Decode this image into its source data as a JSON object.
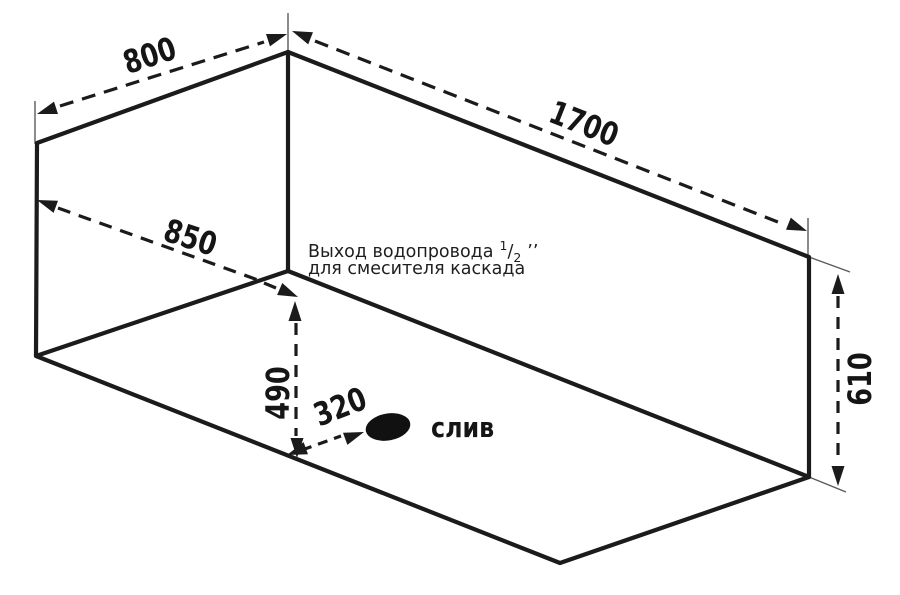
{
  "dimensions": {
    "top_width": "800",
    "length": "1700",
    "inner_width": "850",
    "depth": "490",
    "drain_offset": "320",
    "side_height": "610"
  },
  "note": {
    "line1_prefix": "Выход водопровода",
    "fraction_numerator": "1",
    "fraction_slash": "/",
    "fraction_denominator": "2",
    "inch_marks": "’’",
    "line2": "для смесителя каскада"
  },
  "drain": {
    "label": "слив"
  },
  "colors": {
    "ink": "#1b1b1b",
    "extension_line": "#5a5a5a",
    "background": "#ffffff"
  }
}
